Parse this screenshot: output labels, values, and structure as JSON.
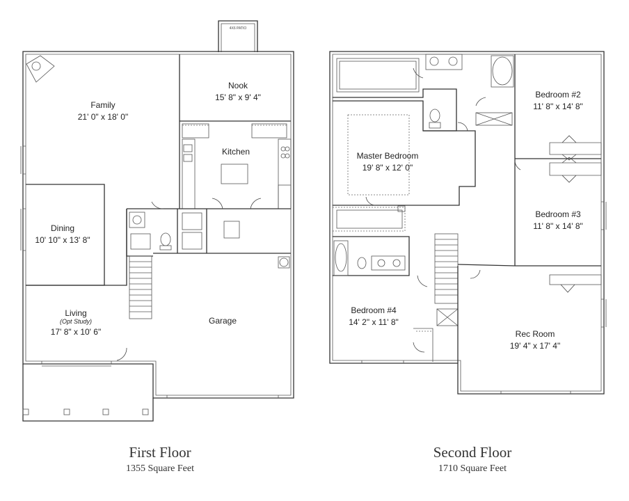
{
  "first_floor": {
    "title": "First Floor",
    "area": "1355 Square Feet",
    "patio": "4X6 PATIO",
    "rooms": {
      "family": {
        "name": "Family",
        "dims": "21' 0\" x 18' 0\""
      },
      "nook": {
        "name": "Nook",
        "dims": "15' 8\" x 9' 4\""
      },
      "kitchen": {
        "name": "Kitchen"
      },
      "dining": {
        "name": "Dining",
        "dims": "10' 10\" x 13' 8\""
      },
      "living": {
        "name": "Living",
        "note": "(Opt Study)",
        "dims": "17' 8\" x 10' 6\""
      },
      "garage": {
        "name": "Garage"
      }
    }
  },
  "second_floor": {
    "title": "Second Floor",
    "area": "1710 Square Feet",
    "rooms": {
      "bedroom2": {
        "name": "Bedroom #2",
        "dims": "11' 8\" x 14' 8\""
      },
      "master": {
        "name": "Master Bedroom",
        "dims": "19' 8\" x 12' 0\""
      },
      "bedroom3": {
        "name": "Bedroom #3",
        "dims": "11' 8\" x 14' 8\""
      },
      "bedroom4": {
        "name": "Bedroom #4",
        "dims": "14' 2\" x 11' 8\""
      },
      "rec": {
        "name": "Rec Room",
        "dims": "19' 4\" x 17' 4\""
      }
    }
  }
}
